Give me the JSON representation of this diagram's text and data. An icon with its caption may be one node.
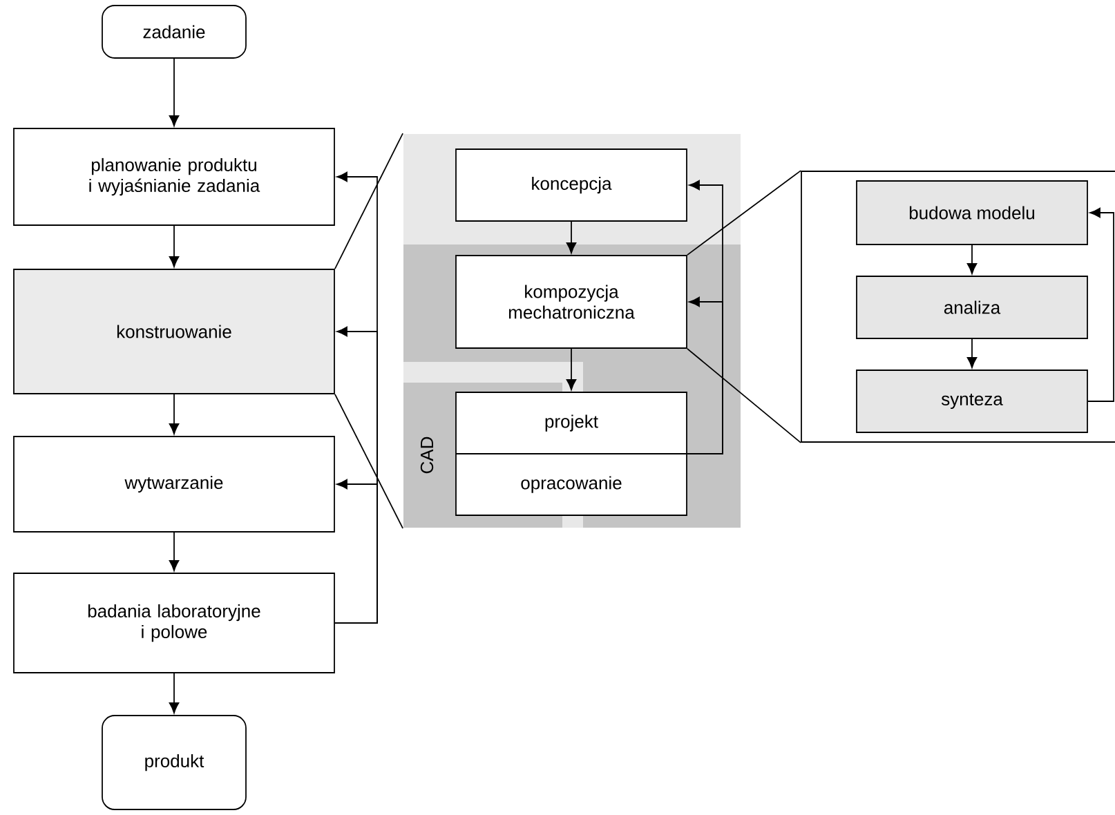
{
  "diagram": {
    "nodes": [
      {
        "text": [
          "zadanie"
        ]
      },
      {
        "text": [
          "planowanie produktu i wyjaśnianie zadania"
        ]
      },
      {
        "text": [
          "konstruowanie"
        ]
      },
      {
        "text": [
          "wytwarzanie"
        ]
      },
      {
        "text": [
          "badania laboratoryjne i polowe"
        ]
      },
      {
        "text": [
          "produkt"
        ]
      },
      {
        "text": [],
        "shape": "box"
      },
      {
        "text": [],
        "shape": "box",
        "in": 6
      },
      {
        "text": [
          "koncepcja"
        ],
        "in": 6
      },
      {
        "text": [
          "kompozycja mechatroniczna"
        ],
        "in": 7
      },
      {
        "text": [
          "CAD"
        ],
        "in": 6
      },
      {
        "text": [
          "projekt",
          "opracowanie"
        ],
        "in": 6
      },
      {
        "text": [],
        "shape": "box"
      },
      {
        "text": [
          "budowa modelu"
        ],
        "in": 12
      },
      {
        "text": [
          "analiza"
        ],
        "in": 12
      },
      {
        "text": [
          "synteza"
        ],
        "in": 12
      }
    ],
    "edges": [
      {
        "from": 0,
        "to": 1,
        "arrow": "to"
      },
      {
        "from": 1,
        "to": 2,
        "arrow": "to"
      },
      {
        "from": 2,
        "to": 3,
        "arrow": "to"
      },
      {
        "from": 3,
        "to": 4,
        "arrow": "to"
      },
      {
        "from": 4,
        "to": 5,
        "arrow": "to"
      },
      {
        "from": 4,
        "to": 1,
        "arrow": "to"
      },
      {
        "from": 4,
        "to": 2,
        "arrow": "to"
      },
      {
        "from": 4,
        "to": 3,
        "arrow": "to"
      },
      {
        "from": 2,
        "to": 6,
        "arrow": "none"
      },
      {
        "from": 2,
        "to": 6,
        "arrow": "none"
      },
      {
        "from": 8,
        "to": 9,
        "arrow": "to"
      },
      {
        "from": 9,
        "to": 11,
        "arrow": "to"
      },
      {
        "from": 11,
        "to": 8,
        "arrow": "to"
      },
      {
        "from": 11,
        "to": 9,
        "arrow": "to"
      },
      {
        "from": 9,
        "to": 12,
        "arrow": "none"
      },
      {
        "from": 9,
        "to": 12,
        "arrow": "none"
      },
      {
        "from": 13,
        "to": 14,
        "arrow": "to"
      },
      {
        "from": 14,
        "to": 15,
        "arrow": "to"
      },
      {
        "from": 15,
        "to": 13,
        "arrow": "to"
      }
    ]
  }
}
